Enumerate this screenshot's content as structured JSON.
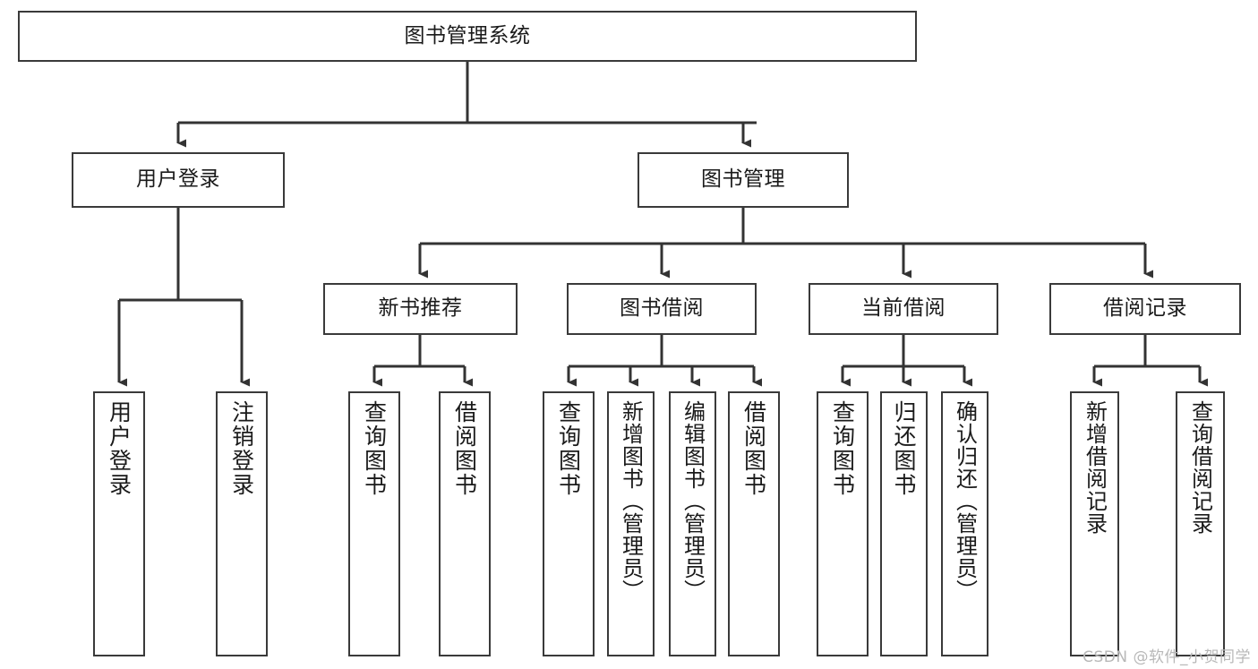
{
  "diagram": {
    "title": "图书管理系统",
    "type": "hierarchy-tree",
    "theme": {
      "background": "#ffffff",
      "box_border": "#3a3a3a",
      "box_fill": "#ffffff",
      "text": "#1a1a1a",
      "connector": "#333333",
      "watermark": "#b8b8b8"
    },
    "root": {
      "label": "图书管理系统"
    },
    "level2": [
      {
        "label": "用户登录"
      },
      {
        "label": "图书管理"
      }
    ],
    "level3": [
      {
        "label": "新书推荐"
      },
      {
        "label": "图书借阅"
      },
      {
        "label": "当前借阅"
      },
      {
        "label": "借阅记录"
      }
    ],
    "leaves": {
      "user_login": [
        {
          "label": "用户登录"
        },
        {
          "label": "注销登录"
        }
      ],
      "new_book_recommend": [
        {
          "label": "查询图书"
        },
        {
          "label": "借阅图书"
        }
      ],
      "book_borrow": [
        {
          "label": "查询图书"
        },
        {
          "label": "新增图书（管理员）"
        },
        {
          "label": "编辑图书（管理员）"
        },
        {
          "label": "借阅图书"
        }
      ],
      "current_borrow": [
        {
          "label": "查询图书"
        },
        {
          "label": "归还图书"
        },
        {
          "label": "确认归还（管理员）"
        }
      ],
      "borrow_record": [
        {
          "label": "新增借阅记录"
        },
        {
          "label": "查询借阅记录"
        }
      ]
    },
    "watermark": "CSDN @软件_小贺同学"
  }
}
